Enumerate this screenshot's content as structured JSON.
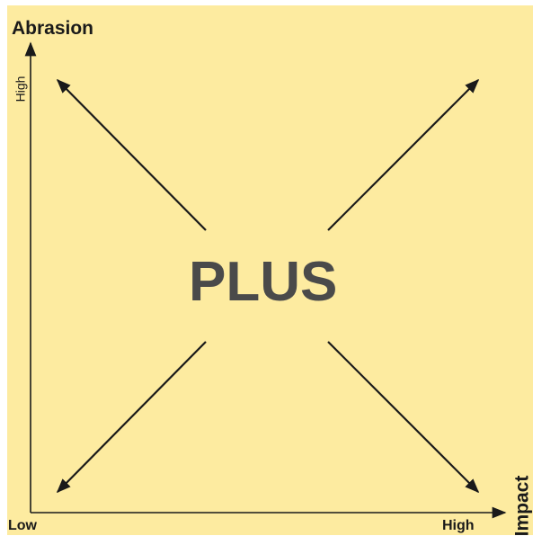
{
  "background_color": "#FDEBA0",
  "ink_color": "#1a1a1a",
  "center_text_color": "#4a4a4a",
  "y_axis": {
    "title": "Abrasion",
    "high_label": "High"
  },
  "x_axis": {
    "title": "Impact",
    "low_label": "Low",
    "high_label": "High"
  },
  "center": {
    "text": "PLUS"
  },
  "arrows": [
    {
      "name": "up-left",
      "direction": "high-abrasion / low-impact"
    },
    {
      "name": "up-right",
      "direction": "high-abrasion / high-impact"
    },
    {
      "name": "down-left",
      "direction": "low-abrasion / low-impact"
    },
    {
      "name": "down-right",
      "direction": "low-abrasion / high-impact"
    }
  ]
}
